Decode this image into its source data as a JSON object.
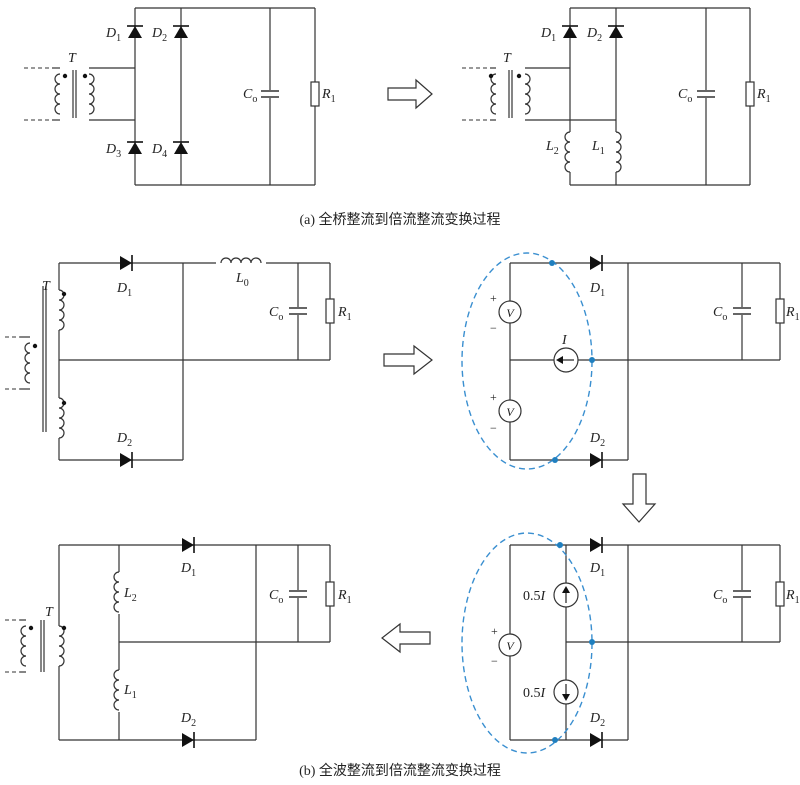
{
  "captions": {
    "a": "(a) 全桥整流到倍流整流变换过程",
    "b": "(b) 全波整流到倍流整流变换过程"
  },
  "labels": {
    "T": "T",
    "D": "D",
    "L": "L",
    "C": "C",
    "R": "R",
    "V": "V",
    "I": "I",
    "half_I": "0.5",
    "plus": "+",
    "minus": "−",
    "sub_1": "1",
    "sub_2": "2",
    "sub_3": "3",
    "sub_4": "4",
    "sub_0": "0",
    "sub_o": "o"
  },
  "colors": {
    "wire": "#333333",
    "highlight_ellipse": "#3a8fd0",
    "node_dot": "#1f7fbf"
  }
}
